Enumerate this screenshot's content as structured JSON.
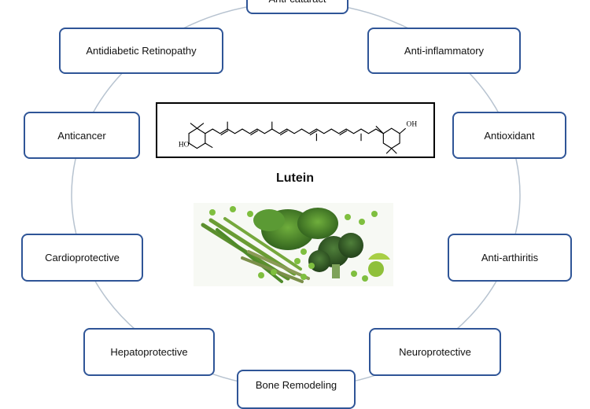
{
  "diagram": {
    "center_label": "Lutein",
    "structure": {
      "hydroxyl_left": "HO",
      "hydroxyl_right": "OH"
    },
    "benefits": {
      "top": "Anti-cataract",
      "upper_left": "Antidiabetic Retinopathy",
      "upper_right": "Anti-inflammatory",
      "left_upper": "Anticancer",
      "right_upper": "Antioxidant",
      "left_lower": "Cardioprotective",
      "right_lower": "Anti-arthiritis",
      "lower_left": "Hepatoprotective",
      "lower_right": "Neuroprotective",
      "bottom": "Bone Remodeling"
    },
    "colors": {
      "box_border": "#2f5597",
      "ring": "#b7c3d0",
      "vegetable_green": "#4f8a2a"
    }
  }
}
